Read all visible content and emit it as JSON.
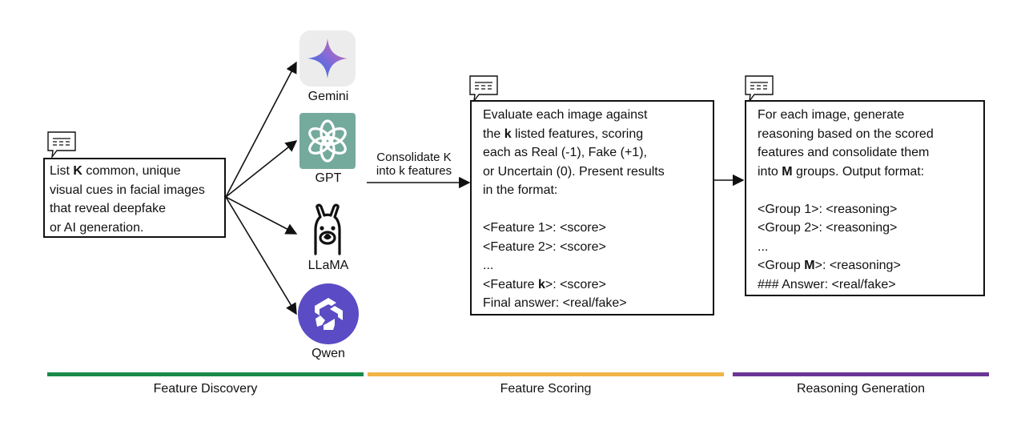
{
  "colors": {
    "discovery": "#1a8a4a",
    "scoring": "#f0b447",
    "reasoning": "#6a3596",
    "gpt_bg": "#74aa9c",
    "qwen_bg": "#5b4bc4"
  },
  "prompt1": {
    "lines": [
      {
        "pre": "List ",
        "bold": "K",
        "post": " common, unique"
      },
      {
        "pre": "visual cues in facial images",
        "bold": "",
        "post": ""
      },
      {
        "pre": "that reveal deepfake",
        "bold": "",
        "post": ""
      },
      {
        "pre": "or AI generation.",
        "bold": "",
        "post": ""
      }
    ]
  },
  "models": [
    {
      "name": "Gemini",
      "icon": "gemini-icon"
    },
    {
      "name": "GPT",
      "icon": "gpt-icon"
    },
    {
      "name": "LLaMA",
      "icon": "llama-icon"
    },
    {
      "name": "Qwen",
      "icon": "qwen-icon"
    }
  ],
  "consolidate_label": [
    "Consolidate K",
    "into k features"
  ],
  "prompt2": {
    "lines": [
      {
        "pre": "Evaluate each image against",
        "bold": "",
        "post": ""
      },
      {
        "pre": "the ",
        "bold": "k",
        "post": " listed features, scoring"
      },
      {
        "pre": "each as Real (-1), Fake (+1),",
        "bold": "",
        "post": ""
      },
      {
        "pre": "or Uncertain (0). Present results",
        "bold": "",
        "post": ""
      },
      {
        "pre": "in the format:",
        "bold": "",
        "post": ""
      },
      {
        "pre": "",
        "bold": "",
        "post": ""
      },
      {
        "pre": "<Feature 1>: <score>",
        "bold": "",
        "post": ""
      },
      {
        "pre": "<Feature 2>: <score>",
        "bold": "",
        "post": ""
      },
      {
        "pre": "...",
        "bold": "",
        "post": ""
      },
      {
        "pre": "<Feature ",
        "bold": "k",
        "post": ">: <score>"
      },
      {
        "pre": "Final answer: <real/fake>",
        "bold": "",
        "post": ""
      }
    ]
  },
  "prompt3": {
    "lines": [
      {
        "pre": "For each image, generate",
        "bold": "",
        "post": ""
      },
      {
        "pre": "reasoning based on the scored",
        "bold": "",
        "post": ""
      },
      {
        "pre": "features and consolidate them",
        "bold": "",
        "post": ""
      },
      {
        "pre": "into ",
        "bold": "M",
        "post": " groups. Output format:"
      },
      {
        "pre": "",
        "bold": "",
        "post": ""
      },
      {
        "pre": "<Group 1>: <reasoning>",
        "bold": "",
        "post": ""
      },
      {
        "pre": "<Group 2>: <reasoning>",
        "bold": "",
        "post": ""
      },
      {
        "pre": "...",
        "bold": "",
        "post": ""
      },
      {
        "pre": "<Group ",
        "bold": "M",
        "post": ">: <reasoning>"
      },
      {
        "pre": "### Answer: <real/fake>",
        "bold": "",
        "post": ""
      }
    ]
  },
  "stages": [
    {
      "label": "Feature Discovery"
    },
    {
      "label": "Feature Scoring"
    },
    {
      "label": "Reasoning Generation"
    }
  ]
}
